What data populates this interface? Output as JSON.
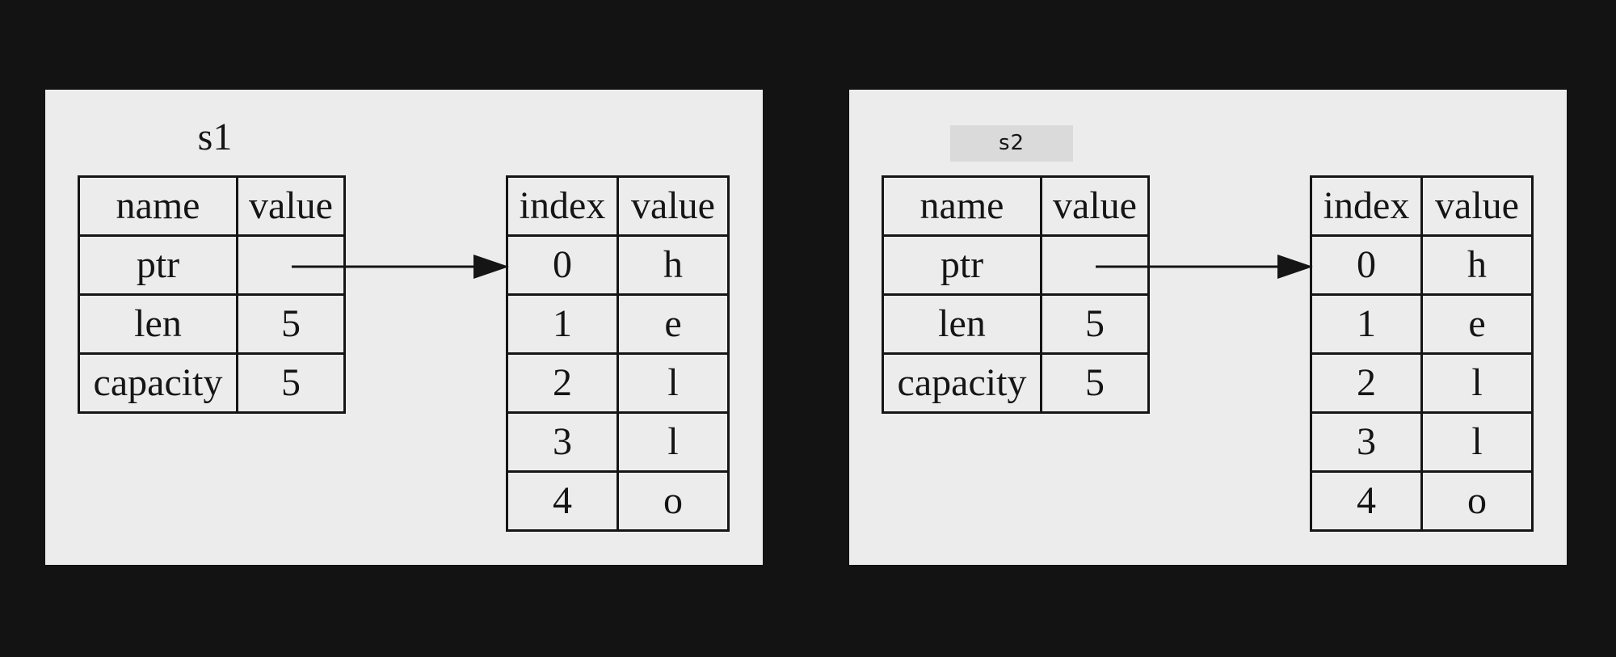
{
  "left": {
    "label": "s1",
    "meta_table": {
      "headers": [
        "name",
        "value"
      ],
      "rows": [
        [
          "ptr",
          ""
        ],
        [
          "len",
          "5"
        ],
        [
          "capacity",
          "5"
        ]
      ]
    },
    "heap_table": {
      "headers": [
        "index",
        "value"
      ],
      "rows": [
        [
          "0",
          "h"
        ],
        [
          "1",
          "e"
        ],
        [
          "2",
          "l"
        ],
        [
          "3",
          "l"
        ],
        [
          "4",
          "o"
        ]
      ]
    }
  },
  "right": {
    "label": "s2",
    "meta_table": {
      "headers": [
        "name",
        "value"
      ],
      "rows": [
        [
          "ptr",
          ""
        ],
        [
          "len",
          "5"
        ],
        [
          "capacity",
          "5"
        ]
      ]
    },
    "heap_table": {
      "headers": [
        "index",
        "value"
      ],
      "rows": [
        [
          "0",
          "h"
        ],
        [
          "1",
          "e"
        ],
        [
          "2",
          "l"
        ],
        [
          "3",
          "l"
        ],
        [
          "4",
          "o"
        ]
      ]
    }
  },
  "colors": {
    "background": "#131313",
    "panel": "#ececec",
    "label_highlight": "#dadada",
    "ink": "#151515"
  }
}
